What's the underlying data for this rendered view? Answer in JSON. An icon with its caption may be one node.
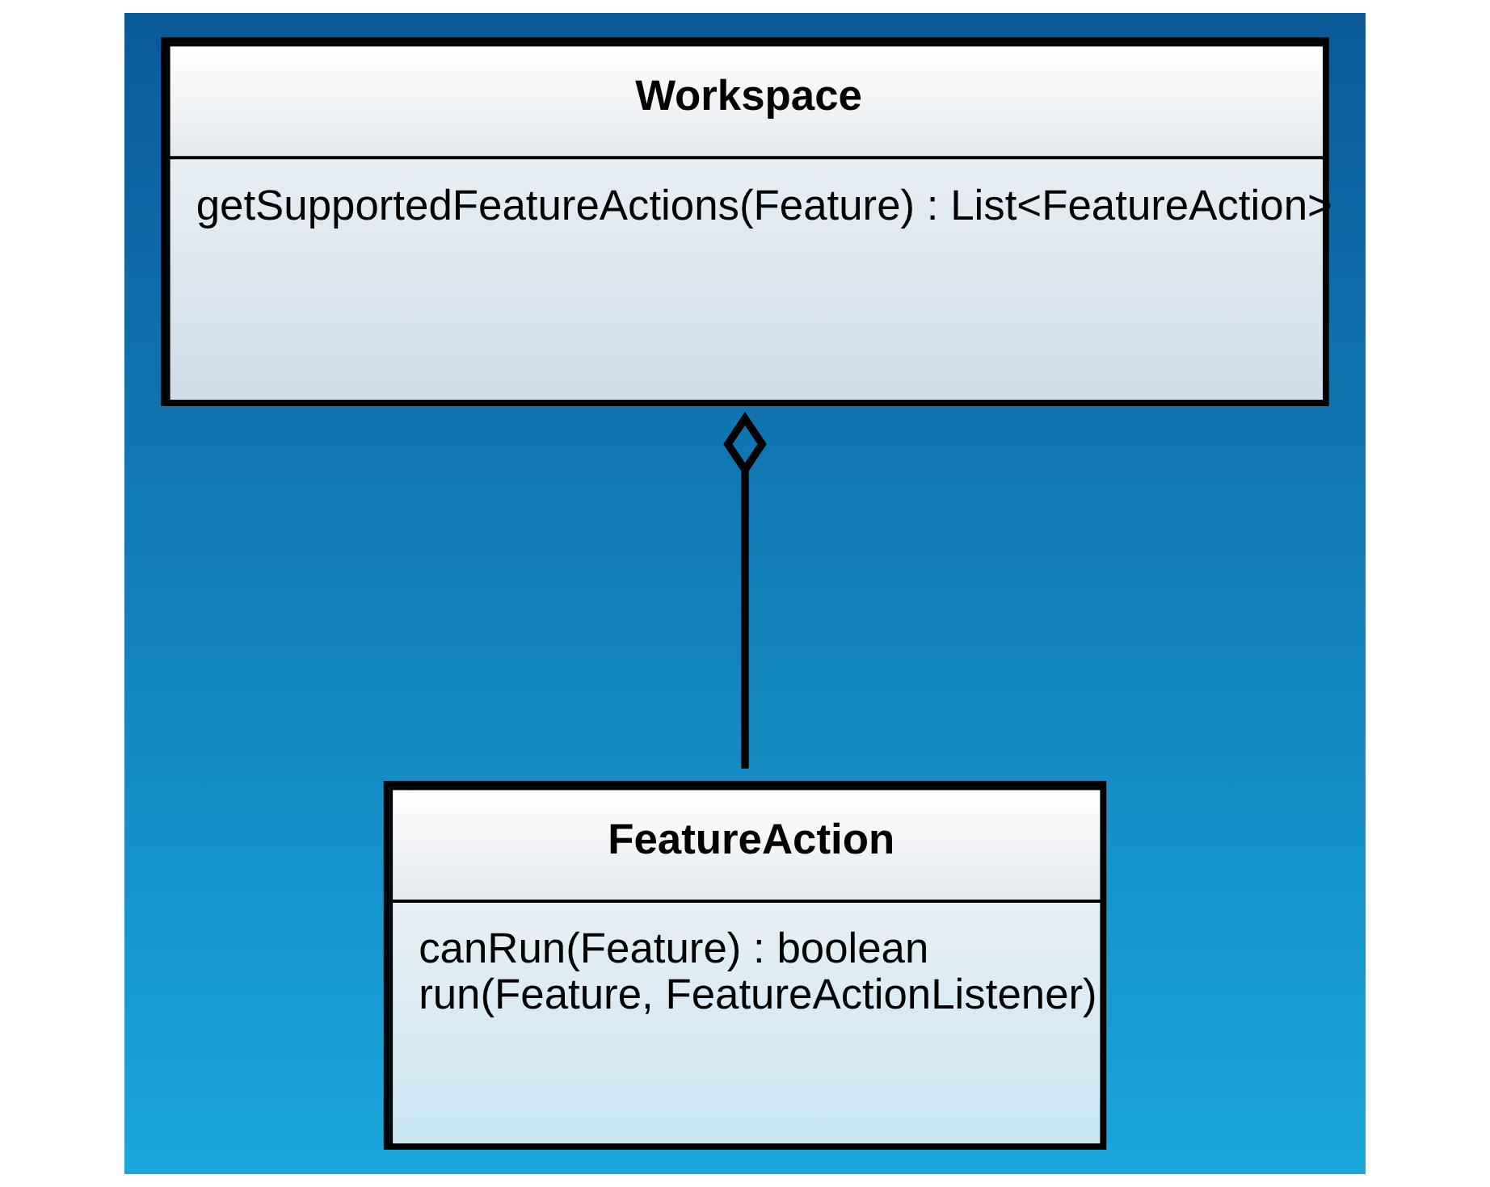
{
  "diagram": {
    "nodes": [
      {
        "text": [
          "Workspace",
          "getSupportedFeatureActions(Feature) : List<FeatureAction>"
        ]
      },
      {
        "text": [
          "FeatureAction",
          "canRun(Feature) : boolean",
          "run(Feature, FeatureActionListener)"
        ]
      }
    ],
    "edges": [
      {
        "from": 1,
        "to": 0,
        "arrow": "other"
      }
    ]
  }
}
